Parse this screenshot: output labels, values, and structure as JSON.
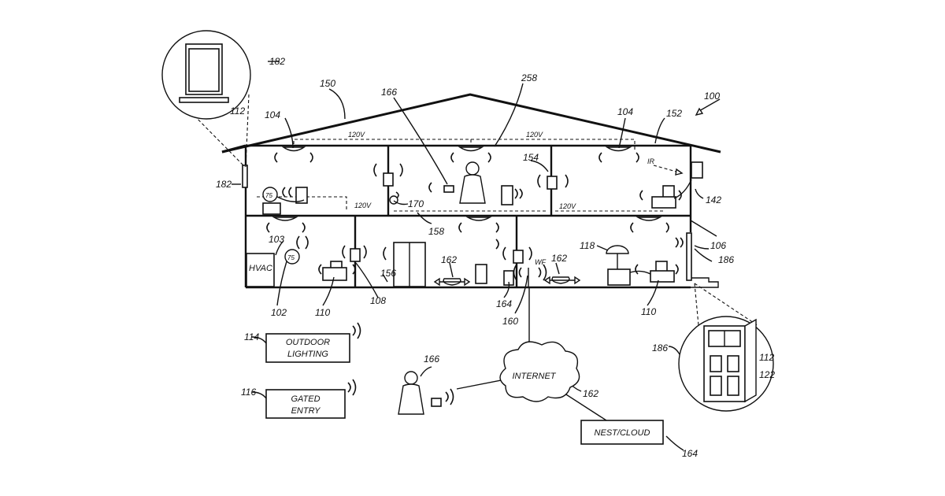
{
  "refs": {
    "r100": "100",
    "r150": "150",
    "r258": "258",
    "r166a": "166",
    "r104a": "104",
    "r104b": "104",
    "r152": "152",
    "r182a": "182",
    "r182b": "182",
    "r112a": "112",
    "r154": "154",
    "r170": "170",
    "r142": "142",
    "r103": "103",
    "r158": "158",
    "r106": "106",
    "r186a": "186",
    "r118": "118",
    "r162a": "162",
    "r162b": "162",
    "r102": "102",
    "r110a": "110",
    "r108": "108",
    "r156": "156",
    "r164a": "164",
    "r160": "160",
    "r110b": "110",
    "r114": "114",
    "r116": "116",
    "r166b": "166",
    "r162c": "162",
    "r164b": "164",
    "r186b": "186",
    "r112b": "112",
    "r122": "122"
  },
  "voltage": {
    "v1": "120V",
    "v2": "120V",
    "v3": "120V",
    "v4": "120V"
  },
  "labels": {
    "ir": "IR",
    "wf": "WF",
    "hvac": "HVAC",
    "thermostat": "75",
    "outdoor_lighting_1": "OUTDOOR",
    "outdoor_lighting_2": "LIGHTING",
    "gated_entry_1": "GATED",
    "gated_entry_2": "ENTRY",
    "internet": "INTERNET",
    "nest_cloud": "NEST/CLOUD"
  }
}
